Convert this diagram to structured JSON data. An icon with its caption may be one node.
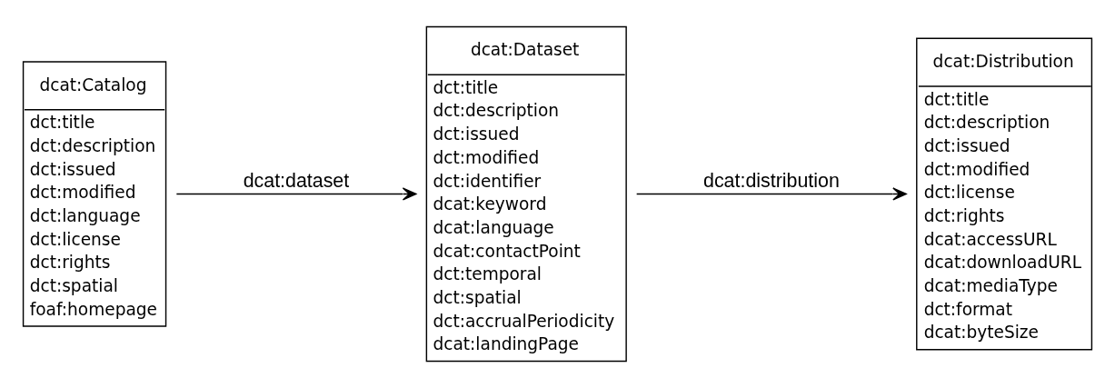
{
  "diagram": {
    "nodes": [
      {
        "text": [
          "dcat:Catalog",
          "dct:title",
          "dct:description",
          "dct:issued",
          "dct:modified",
          "dct:language",
          "dct:license",
          "dct:rights",
          "dct:spatial",
          "foaf:homepage"
        ]
      },
      {
        "text": [
          "dcat:Dataset",
          "dct:title",
          "dct:description",
          "dct:issued",
          "dct:modified",
          "dct:identifier",
          "dcat:keyword",
          "dcat:language",
          "dcat:contactPoint",
          "dct:temporal",
          "dct:spatial",
          "dct:accrualPeriodicity",
          "dcat:landingPage"
        ]
      },
      {
        "text": [
          "dcat:Distribution",
          "dct:title",
          "dct:description",
          "dct:issued",
          "dct:modified",
          "dct:license",
          "dct:rights",
          "dcat:accessURL",
          "dcat:downloadURL",
          "dcat:mediaType",
          "dct:format",
          "dcat:byteSize"
        ]
      }
    ],
    "edges": [
      {
        "from": 0,
        "to": 1,
        "arrow": "to",
        "label": "dcat:dataset"
      },
      {
        "from": 1,
        "to": 2,
        "arrow": "to",
        "label": "dcat:distribution"
      }
    ]
  }
}
